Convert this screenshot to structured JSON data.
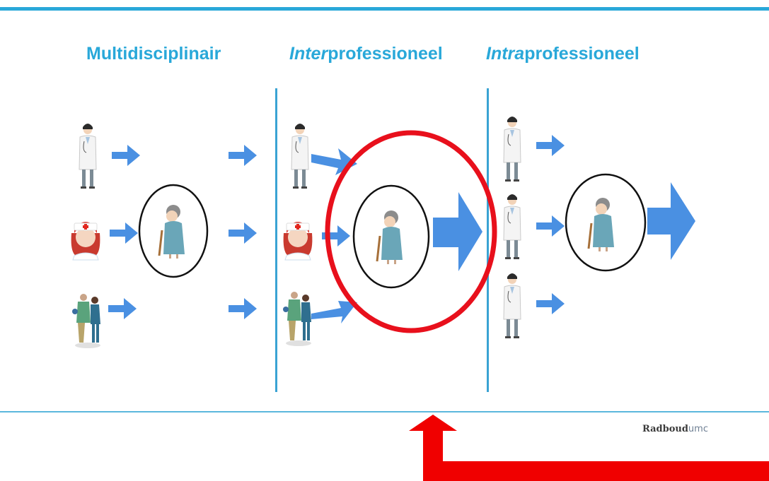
{
  "titles": {
    "multidisciplinair": "Multidisciplinair",
    "inter_prefix": "Inter",
    "inter_suffix": "professioneel",
    "intra_prefix": "Intra",
    "intra_suffix": "professioneel"
  },
  "brand": {
    "name": "Radboud",
    "suffix": "umc"
  },
  "colors": {
    "title": "#29a8d9",
    "arrow": "#4a90e2",
    "divider": "#3aa3d3",
    "highlight": "#e8101c",
    "callout_arrow": "#f00000"
  },
  "icons": [
    "doctor-icon",
    "nurse-icon",
    "physiotherapist-icon",
    "elderly-patient-icon"
  ]
}
